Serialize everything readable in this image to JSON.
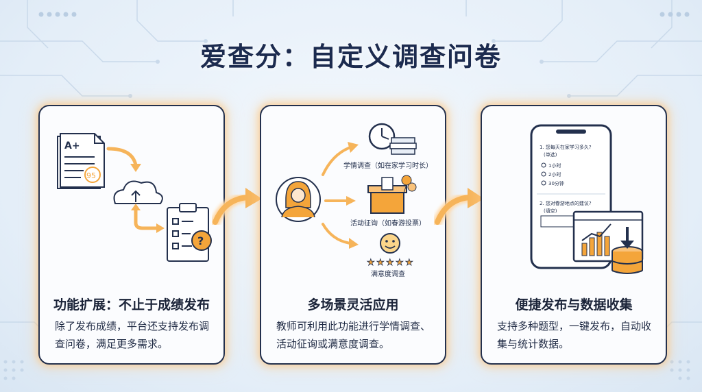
{
  "title": "爱查分：自定义调查问卷",
  "cards": [
    {
      "title": "功能扩展：不止于成绩发布",
      "desc": "除了发布成绩，平台还支持发布调查问卷，满足更多需求。",
      "doc_grade": "A+",
      "doc_score": "95"
    },
    {
      "title": "多场景灵活应用",
      "desc": "教师可利用此功能进行学情调查、活动征询或满意度调查。",
      "scenarios": [
        "学情调查（如在家学习时长）",
        "活动征询（如春游投票）",
        "满意度调查"
      ]
    },
    {
      "title": "便捷发布与数据收集",
      "desc": "支持多种题型，一键发布，自动收集与统计数据。",
      "phone": {
        "q1": "1. 您每天在家学习多久?",
        "q1_hint": "(单选)",
        "options": [
          "1小时",
          "2小时",
          "30分钟"
        ],
        "q2": "2. 您对春游地点的建议?",
        "q2_hint": "(填空)"
      }
    }
  ],
  "colors": {
    "accent": "#f4a53a",
    "navy": "#23304d",
    "glow": "#ffd9a8"
  }
}
